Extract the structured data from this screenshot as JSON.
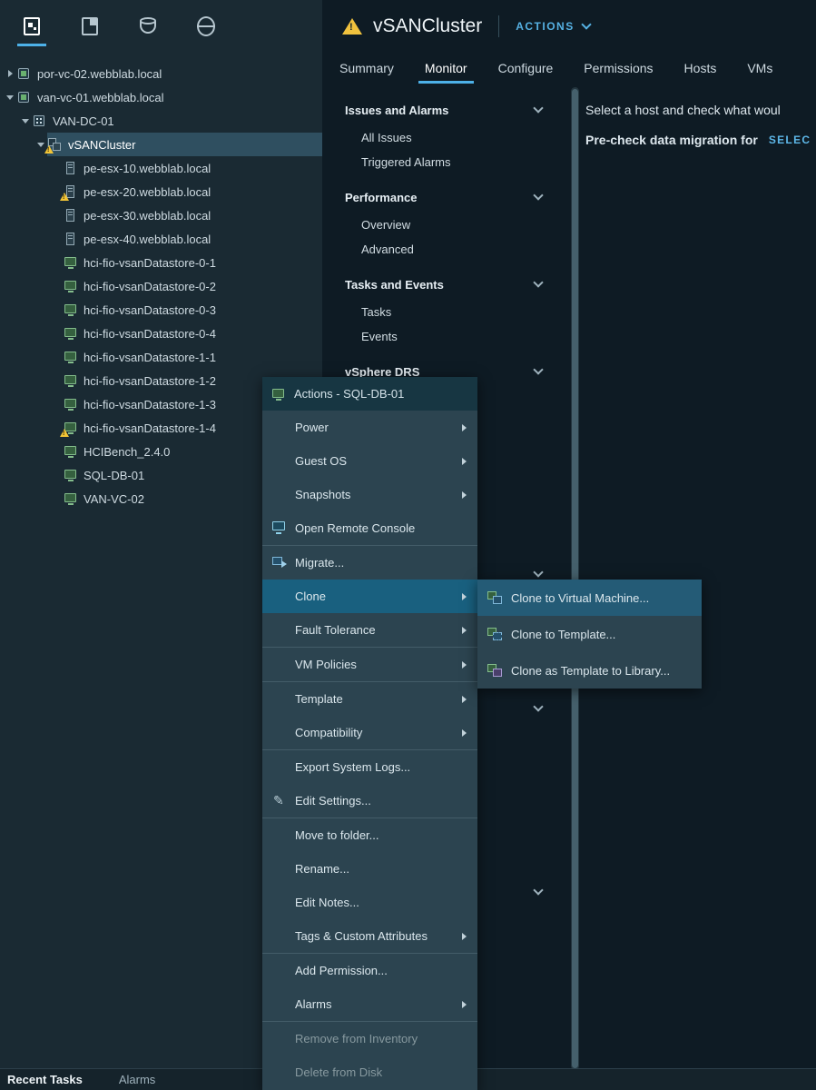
{
  "toolbar": {
    "icons": [
      {
        "name": "hosts-and-clusters-icon",
        "selected": true
      },
      {
        "name": "vms-and-templates-icon",
        "selected": false
      },
      {
        "name": "storage-icon",
        "selected": false
      },
      {
        "name": "networking-icon",
        "selected": false
      }
    ]
  },
  "inventory_tree": {
    "items": [
      {
        "label": "por-vc-02.webblab.local",
        "icon": "vcenter",
        "level": 0,
        "expanded": false
      },
      {
        "label": "van-vc-01.webblab.local",
        "icon": "vcenter",
        "level": 0,
        "expanded": true
      },
      {
        "label": "VAN-DC-01",
        "icon": "datacenter",
        "level": 1,
        "expanded": true
      },
      {
        "label": "vSANCluster",
        "icon": "cluster",
        "level": 2,
        "expanded": true,
        "selected": true,
        "warning": true
      },
      {
        "label": "pe-esx-10.webblab.local",
        "icon": "host",
        "level": 3
      },
      {
        "label": "pe-esx-20.webblab.local",
        "icon": "host",
        "level": 3,
        "warning": true
      },
      {
        "label": "pe-esx-30.webblab.local",
        "icon": "host",
        "level": 3
      },
      {
        "label": "pe-esx-40.webblab.local",
        "icon": "host",
        "level": 3
      },
      {
        "label": "hci-fio-vsanDatastore-0-1",
        "icon": "vm",
        "level": 3
      },
      {
        "label": "hci-fio-vsanDatastore-0-2",
        "icon": "vm",
        "level": 3
      },
      {
        "label": "hci-fio-vsanDatastore-0-3",
        "icon": "vm",
        "level": 3
      },
      {
        "label": "hci-fio-vsanDatastore-0-4",
        "icon": "vm",
        "level": 3
      },
      {
        "label": "hci-fio-vsanDatastore-1-1",
        "icon": "vm",
        "level": 3
      },
      {
        "label": "hci-fio-vsanDatastore-1-2",
        "icon": "vm",
        "level": 3
      },
      {
        "label": "hci-fio-vsanDatastore-1-3",
        "icon": "vm",
        "level": 3
      },
      {
        "label": "hci-fio-vsanDatastore-1-4",
        "icon": "vm",
        "level": 3,
        "warning": true
      },
      {
        "label": "HCIBench_2.4.0",
        "icon": "vm",
        "level": 3
      },
      {
        "label": "SQL-DB-01",
        "icon": "vm",
        "level": 3
      },
      {
        "label": "VAN-VC-02",
        "icon": "vm",
        "level": 3
      }
    ]
  },
  "header": {
    "title": "vSANCluster",
    "warning_icon": "warning-triangle-icon",
    "actions_label": "ACTIONS"
  },
  "tabs": {
    "items": [
      "Summary",
      "Monitor",
      "Configure",
      "Permissions",
      "Hosts",
      "VMs"
    ],
    "active": "Monitor"
  },
  "monitor_nav": {
    "items": [
      {
        "label": "Issues and Alarms",
        "type": "section"
      },
      {
        "label": "All Issues",
        "type": "item"
      },
      {
        "label": "Triggered Alarms",
        "type": "item"
      },
      {
        "label": "Performance",
        "type": "section"
      },
      {
        "label": "Overview",
        "type": "item"
      },
      {
        "label": "Advanced",
        "type": "item"
      },
      {
        "label": "Tasks and Events",
        "type": "section"
      },
      {
        "label": "Tasks",
        "type": "item"
      },
      {
        "label": "Events",
        "type": "item"
      },
      {
        "label": "vSphere DRS",
        "type": "section"
      }
    ]
  },
  "content": {
    "message": "Select a host and check what woul",
    "precheck_label": "Pre-check data migration for",
    "precheck_action": "SELEC"
  },
  "context_menu": {
    "title": "Actions - SQL-DB-01",
    "items": [
      {
        "label": "Power",
        "submenu": true
      },
      {
        "label": "Guest OS",
        "submenu": true
      },
      {
        "label": "Snapshots",
        "submenu": true
      },
      {
        "label": "Open Remote Console",
        "icon": "remote-console-icon"
      },
      {
        "label": "Migrate...",
        "icon": "migrate-icon"
      },
      {
        "label": "Clone",
        "submenu": true,
        "highlighted": true
      },
      {
        "label": "Fault Tolerance",
        "submenu": true
      },
      {
        "label": "VM Policies",
        "submenu": true
      },
      {
        "label": "Template",
        "submenu": true
      },
      {
        "label": "Compatibility",
        "submenu": true
      },
      {
        "label": "Export System Logs..."
      },
      {
        "label": "Edit Settings...",
        "icon": "edit-settings-icon"
      },
      {
        "label": "Move to folder..."
      },
      {
        "label": "Rename..."
      },
      {
        "label": "Edit Notes..."
      },
      {
        "label": "Tags & Custom Attributes",
        "submenu": true
      },
      {
        "label": "Add Permission..."
      },
      {
        "label": "Alarms",
        "submenu": true
      },
      {
        "label": "Remove from Inventory",
        "disabled": true
      },
      {
        "label": "Delete from Disk",
        "disabled": true
      }
    ]
  },
  "clone_submenu": {
    "items": [
      {
        "label": "Clone to Virtual Machine...",
        "icon": "clone-to-vm-icon",
        "highlighted": true
      },
      {
        "label": "Clone to Template...",
        "icon": "clone-to-template-icon"
      },
      {
        "label": "Clone as Template to Library...",
        "icon": "clone-to-library-icon"
      }
    ]
  },
  "bottom_bar": {
    "tabs": [
      "Recent Tasks",
      "Alarms"
    ],
    "active": "Recent Tasks"
  },
  "colors": {
    "accent": "#4db1e8",
    "warning": "#f3c536",
    "menu_highlight": "#19607f",
    "tree_selection": "#2f4f60"
  }
}
